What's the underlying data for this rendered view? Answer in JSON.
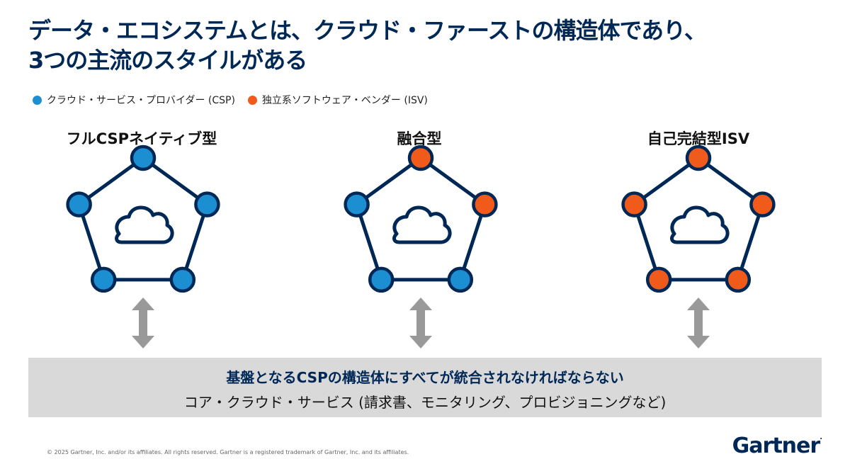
{
  "title": {
    "line1": "データ・エコシステムとは、クラウド・ファーストの構造体であり、",
    "line2": "3つの主流のスタイルがある"
  },
  "legend": [
    {
      "label": "クラウド・サービス・プロバイダー (CSP)",
      "color": "#1b8fd2"
    },
    {
      "label": "独立系ソフトウェア・ベンダー (ISV)",
      "color": "#f05a1a"
    }
  ],
  "colors": {
    "navy": "#002856",
    "csp": "#1b8fd2",
    "isv": "#f05a1a",
    "arrow": "#999999",
    "box": "#d9d9d9"
  },
  "columns": [
    {
      "title": "フルCSPネイティブ型",
      "nodes": [
        "csp",
        "csp",
        "csp",
        "csp",
        "csp"
      ]
    },
    {
      "title": "融合型",
      "nodes": [
        "isv",
        "isv",
        "csp",
        "csp",
        "csp"
      ]
    },
    {
      "title": "自己完結型ISV",
      "nodes": [
        "isv",
        "isv",
        "isv",
        "isv",
        "isv"
      ]
    }
  ],
  "center_icon": "cloud-icon",
  "arrow_icon": "double-arrow-icon",
  "bottom": {
    "line1": "基盤となるCSPの構造体にすべてが統合されなければならない",
    "line2": "コア・クラウド・サービス (請求書、モニタリング、プロビジョニングなど)"
  },
  "footer": "© 2025 Gartner, Inc. and/or its affiliates. All rights reserved. Gartner is a registered trademark of Gartner, Inc. and its affiliates.",
  "logo": "Gartner"
}
